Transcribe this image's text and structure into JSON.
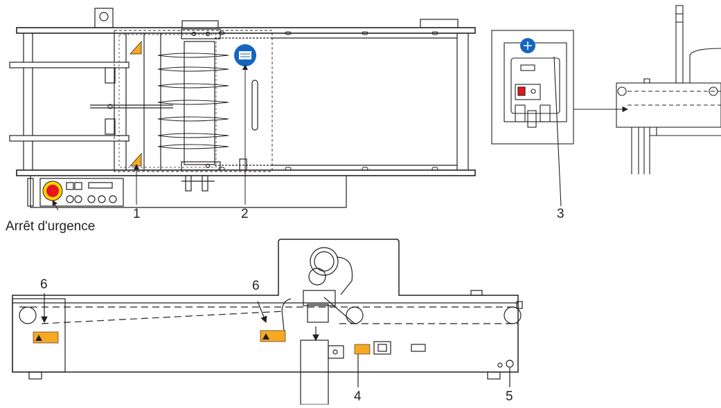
{
  "callouts": {
    "c1": "1",
    "c2": "2",
    "c3": "3",
    "c4": "4",
    "c5": "5",
    "c6a": "6",
    "c6b": "6",
    "emergency_stop": "Arrêt d'urgence"
  },
  "icons": {
    "mandatory_sign": "read-manual-icon",
    "warning_sign": "warning-triangle-icon",
    "power_unplug_sign": "unplug-power-icon",
    "emergency_stop": "emergency-stop-button-icon"
  },
  "colors": {
    "line": "#231f20",
    "warning_yellow": "#f7a823",
    "mandatory_blue": "#1565c0",
    "estop_red": "#e8141b",
    "estop_yellow": "#ffd200"
  }
}
